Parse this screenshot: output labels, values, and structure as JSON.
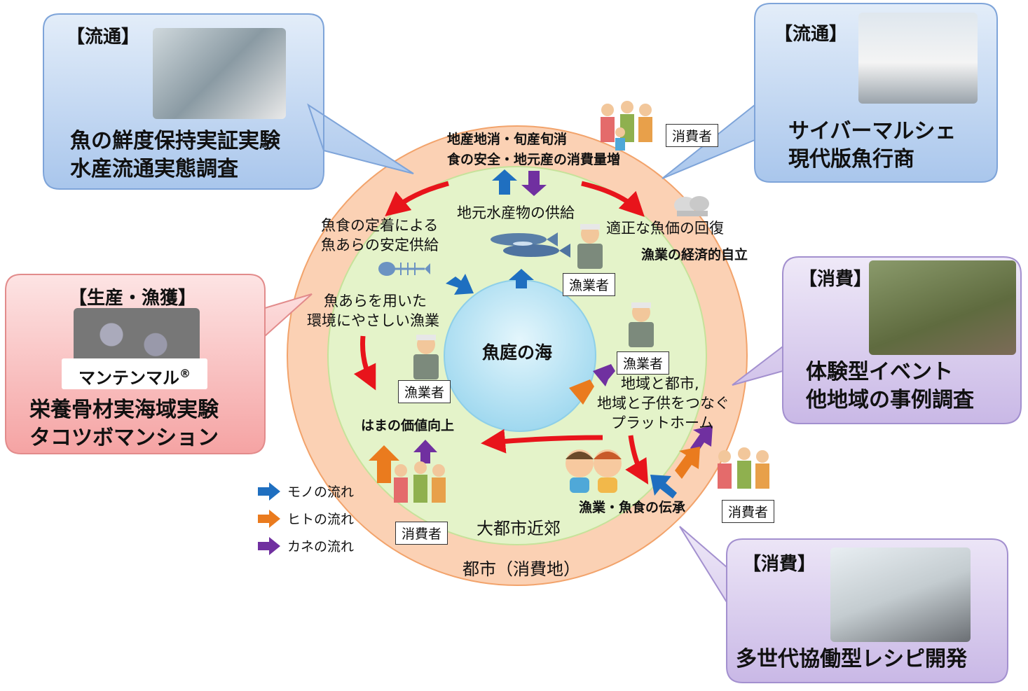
{
  "center": {
    "label": "魚庭の海"
  },
  "rings": {
    "inner_label": "大都市近郊",
    "outer_label": "都市（消費地）"
  },
  "texts": {
    "top_line1": "地産地消・旬産旬消",
    "top_line2": "食の安全・地元産の消費量増",
    "supply": "地元水産物の供給",
    "price": "適正な魚価の回復",
    "economy": "漁業の経済的自立",
    "fish_waste_line1": "魚食の定着による",
    "fish_waste_line2": "魚あらの安定供給",
    "eco_fishing_line1": "魚あらを用いた",
    "eco_fishing_line2": "環境にやさしい漁業",
    "platform_line1": "地域と都市,",
    "platform_line2": "地域と子供をつなぐ",
    "platform_line3": "プラットホーム",
    "hama": "はまの価値向上",
    "tradition": "漁業・魚食の伝承"
  },
  "labels": {
    "consumer": "消費者",
    "fisher": "漁業者"
  },
  "callouts": {
    "top_left": {
      "title": "【流通】",
      "line1": "魚の鮮度保持実証実験",
      "line2": "水産流通実態調査"
    },
    "top_right": {
      "title": "【流通】",
      "line1": "サイバーマルシェ",
      "line2": "現代版魚行商"
    },
    "left": {
      "title": "【生産・漁獲】",
      "product": "マンテンマル",
      "product_mark": "®",
      "line1": "栄養骨材実海域実験",
      "line2": "タコツボマンション"
    },
    "right_mid": {
      "title": "【消費】",
      "line1": "体験型イベント",
      "line2": "他地域の事例調査"
    },
    "right_bottom": {
      "title": "【消費】",
      "line1": "多世代協働型レシピ開発"
    }
  },
  "legend": [
    {
      "label": "モノの流れ",
      "color": "#1f6fc0"
    },
    {
      "label": "ヒトの流れ",
      "color": "#ea7b1e"
    },
    {
      "label": "カネの流れ",
      "color": "#7030a0"
    }
  ],
  "colors": {
    "outer_ring": "#fbd1b4",
    "inner_ring": "#e4f3c9",
    "sea": "#bfe6f5",
    "red_arrow": "#e8141b",
    "callout_blue": "#c9dcf4",
    "callout_red": "#f9c5c5",
    "callout_purple": "#ddd3ef"
  }
}
